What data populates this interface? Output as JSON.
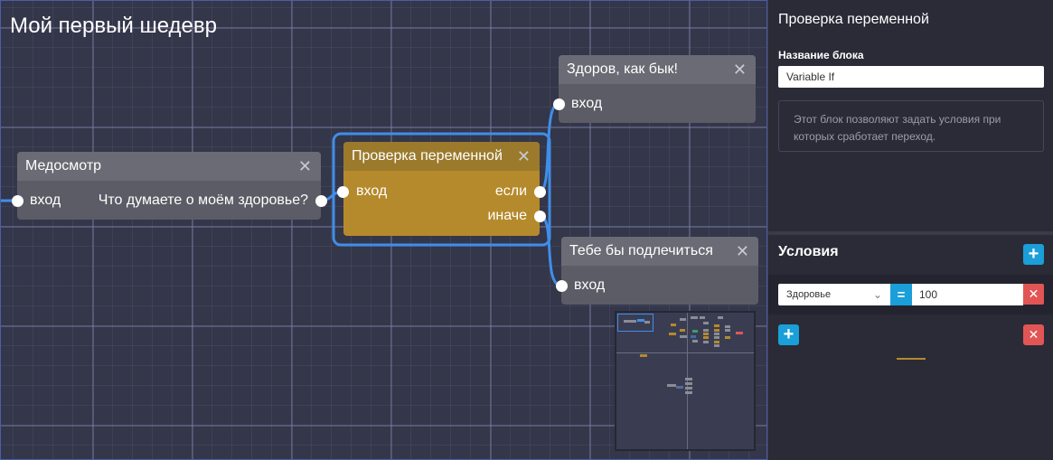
{
  "scheme": {
    "title": "Мой первый шедевр"
  },
  "nodes": {
    "checkup": {
      "title": "Медосмотр",
      "input": "вход",
      "output": "Что думаете о моём здоровье?"
    },
    "variable_check": {
      "title": "Проверка переменной",
      "input": "вход",
      "out_if": "если",
      "out_else": "иначе"
    },
    "healthy": {
      "title": "Здоров, как бык!",
      "input": "вход"
    },
    "treat": {
      "title": "Тебе бы подлечиться",
      "input": "вход"
    }
  },
  "close_glyph": "✕",
  "panel": {
    "title": "Проверка переменной",
    "name_label": "Название блока",
    "name_value": "Variable If",
    "description": "Этот блок позволяют задать условия при которых сработает переход.",
    "conditions_title": "Условия",
    "add_glyph": "+",
    "delete_glyph": "✕",
    "condition": {
      "variable": "Здоровье",
      "operator": "=",
      "value": "100",
      "chevron": "⌄"
    }
  },
  "colors": {
    "canvas_bg": "#34364a",
    "node_gray": "#5b5c66",
    "node_gold": "#b58a2c",
    "selection": "#3f8ee8",
    "wire": "#3f8ee8",
    "accent_blue": "#1a9fd9",
    "danger_red": "#e25555"
  }
}
